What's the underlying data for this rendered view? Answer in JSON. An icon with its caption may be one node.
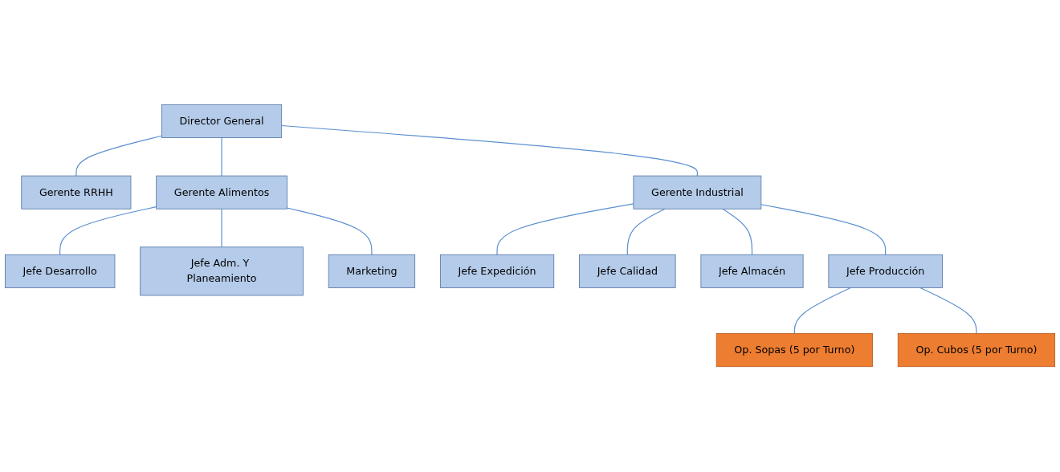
{
  "diagram": {
    "nodes": [
      {
        "text": [
          "Director General"
        ]
      },
      {
        "text": [
          "Gerente RRHH"
        ]
      },
      {
        "text": [
          "Gerente Alimentos"
        ]
      },
      {
        "text": [
          "Gerente Industrial"
        ]
      },
      {
        "text": [
          "Jefe Desarrollo"
        ]
      },
      {
        "text": [
          "Jefe Adm. Y Planeamiento"
        ]
      },
      {
        "text": [
          "Marketing"
        ]
      },
      {
        "text": [
          "Jefe Expedición"
        ]
      },
      {
        "text": [
          "Jefe Calidad"
        ]
      },
      {
        "text": [
          "Jefe Almacén"
        ]
      },
      {
        "text": [
          "Jefe Producción"
        ]
      },
      {
        "text": [
          "Op. Sopas (5 por Turno)"
        ]
      },
      {
        "text": [
          "Op. Cubos (5 por Turno)"
        ]
      }
    ],
    "edges": [
      {
        "from": 0,
        "to": 1,
        "arrow": "none"
      },
      {
        "from": 0,
        "to": 2,
        "arrow": "none"
      },
      {
        "from": 0,
        "to": 3,
        "arrow": "none"
      },
      {
        "from": 2,
        "to": 4,
        "arrow": "none"
      },
      {
        "from": 2,
        "to": 5,
        "arrow": "none"
      },
      {
        "from": 2,
        "to": 6,
        "arrow": "none"
      },
      {
        "from": 3,
        "to": 7,
        "arrow": "none"
      },
      {
        "from": 3,
        "to": 8,
        "arrow": "none"
      },
      {
        "from": 3,
        "to": 9,
        "arrow": "none"
      },
      {
        "from": 3,
        "to": 10,
        "arrow": "none"
      },
      {
        "from": 10,
        "to": 11,
        "arrow": "none"
      },
      {
        "from": 10,
        "to": 12,
        "arrow": "none"
      }
    ]
  }
}
